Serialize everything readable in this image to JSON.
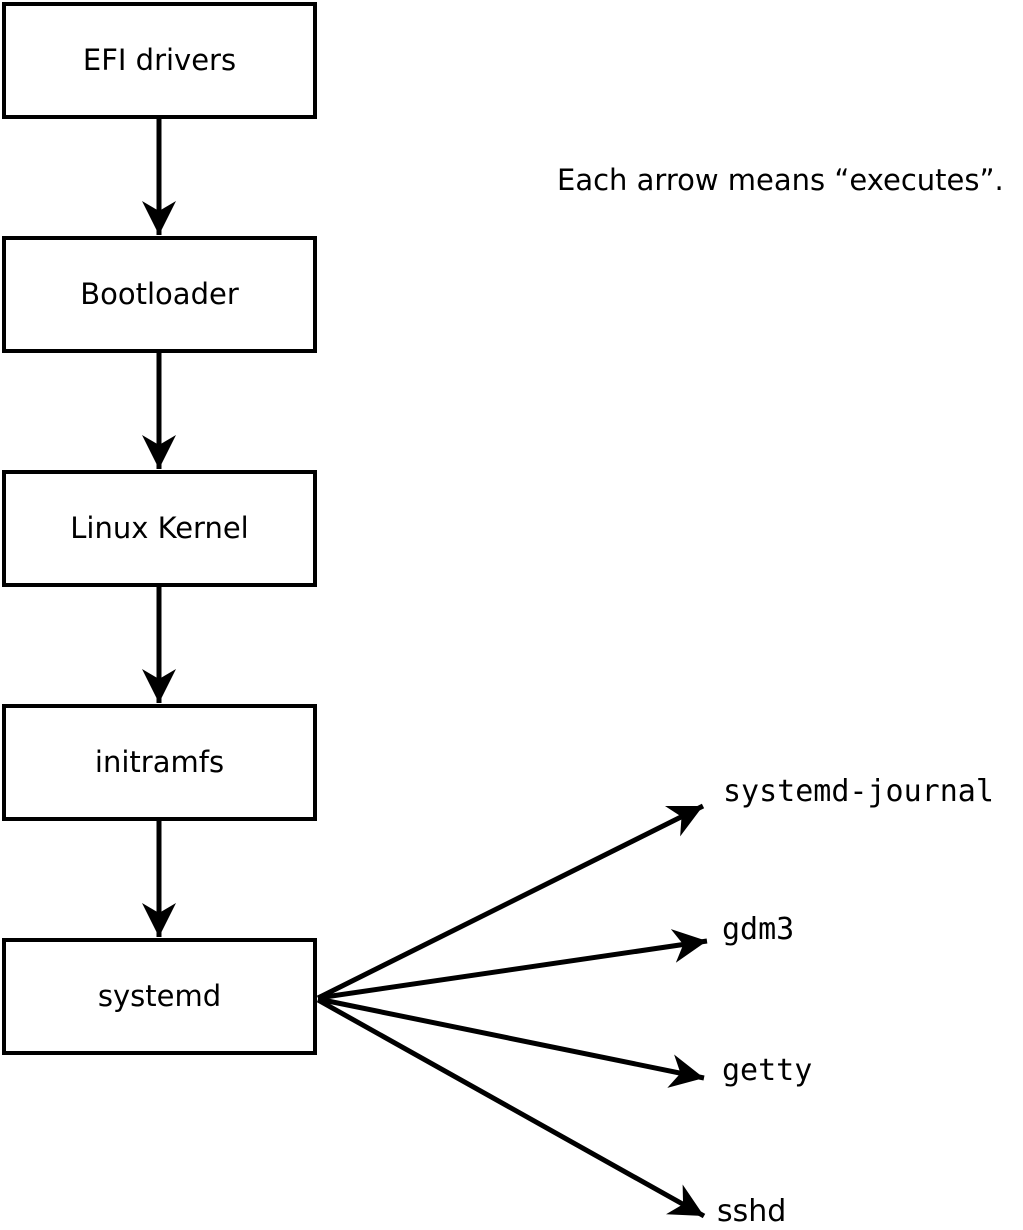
{
  "note": {
    "text": "Each arrow means “executes”."
  },
  "boot_chain": {
    "nodes": [
      {
        "label": "EFI drivers"
      },
      {
        "label": "Bootloader"
      },
      {
        "label": "Linux Kernel"
      },
      {
        "label": "initramfs"
      },
      {
        "label": "systemd"
      }
    ]
  },
  "spawned_processes": {
    "items": [
      {
        "label": "systemd-journal"
      },
      {
        "label": "gdm3"
      },
      {
        "label": "getty"
      },
      {
        "label": "sshd"
      }
    ]
  },
  "colors": {
    "ink": "#000000",
    "paper": "#ffffff"
  }
}
